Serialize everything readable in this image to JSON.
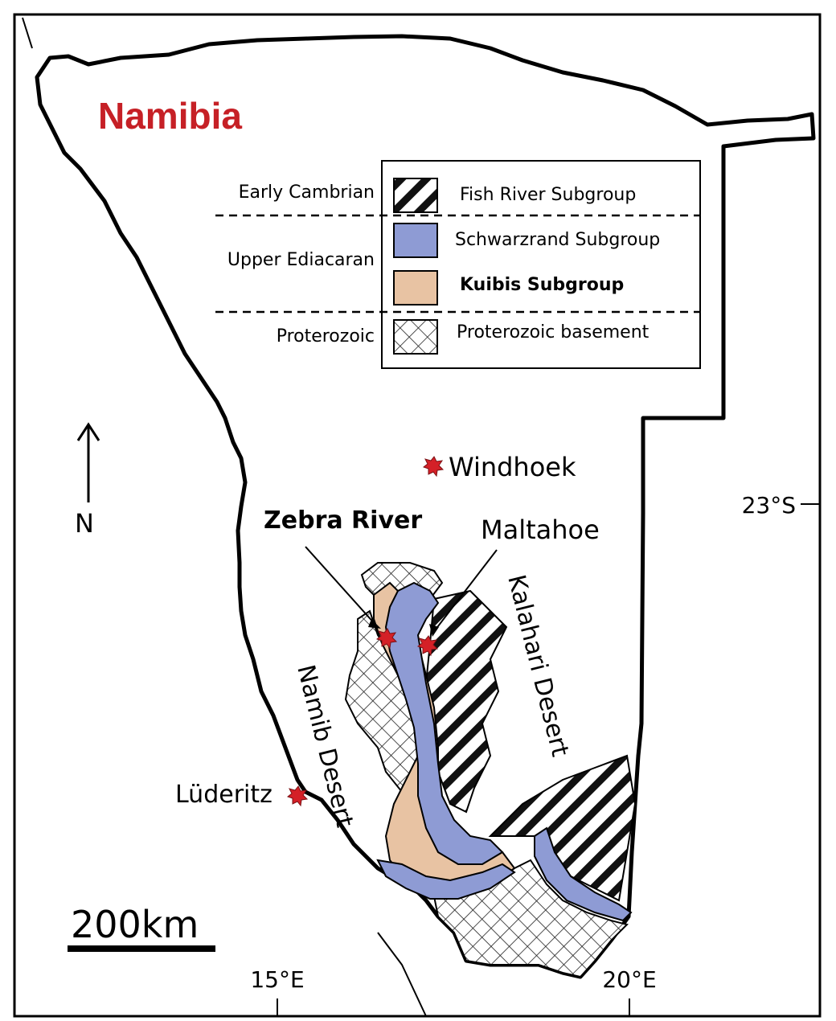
{
  "title": "Namibia",
  "legend": {
    "eras": [
      "Early Cambrian",
      "Upper Ediacaran",
      "Proterozoic"
    ],
    "items": [
      {
        "label": "Fish River Subgroup",
        "pattern": "diagonal-hatch"
      },
      {
        "label": "Schwarzrand Subgroup",
        "color": "#8e9bd4"
      },
      {
        "label": "Kuibis Subgroup",
        "color": "#e8c3a3"
      },
      {
        "label": "Proterozoic basement",
        "pattern": "crosshatch"
      }
    ]
  },
  "places": {
    "windhoek": "Windhoek",
    "zebra_river": "Zebra River",
    "maltahoe": "Maltahoe",
    "luderitz": "Lüderitz"
  },
  "regions": {
    "namib": "Namib Desert",
    "kalahari": "Kalahari Desert"
  },
  "north": "N",
  "scale_bar": "200km",
  "coordinates": {
    "lat_23": "23°S",
    "lon_15": "15°E",
    "lon_20": "20°E"
  },
  "colors": {
    "title": "#c62026",
    "marker": "#d42027",
    "schwarzrand": "#8e9bd4",
    "kuibis": "#e8c3a3"
  }
}
